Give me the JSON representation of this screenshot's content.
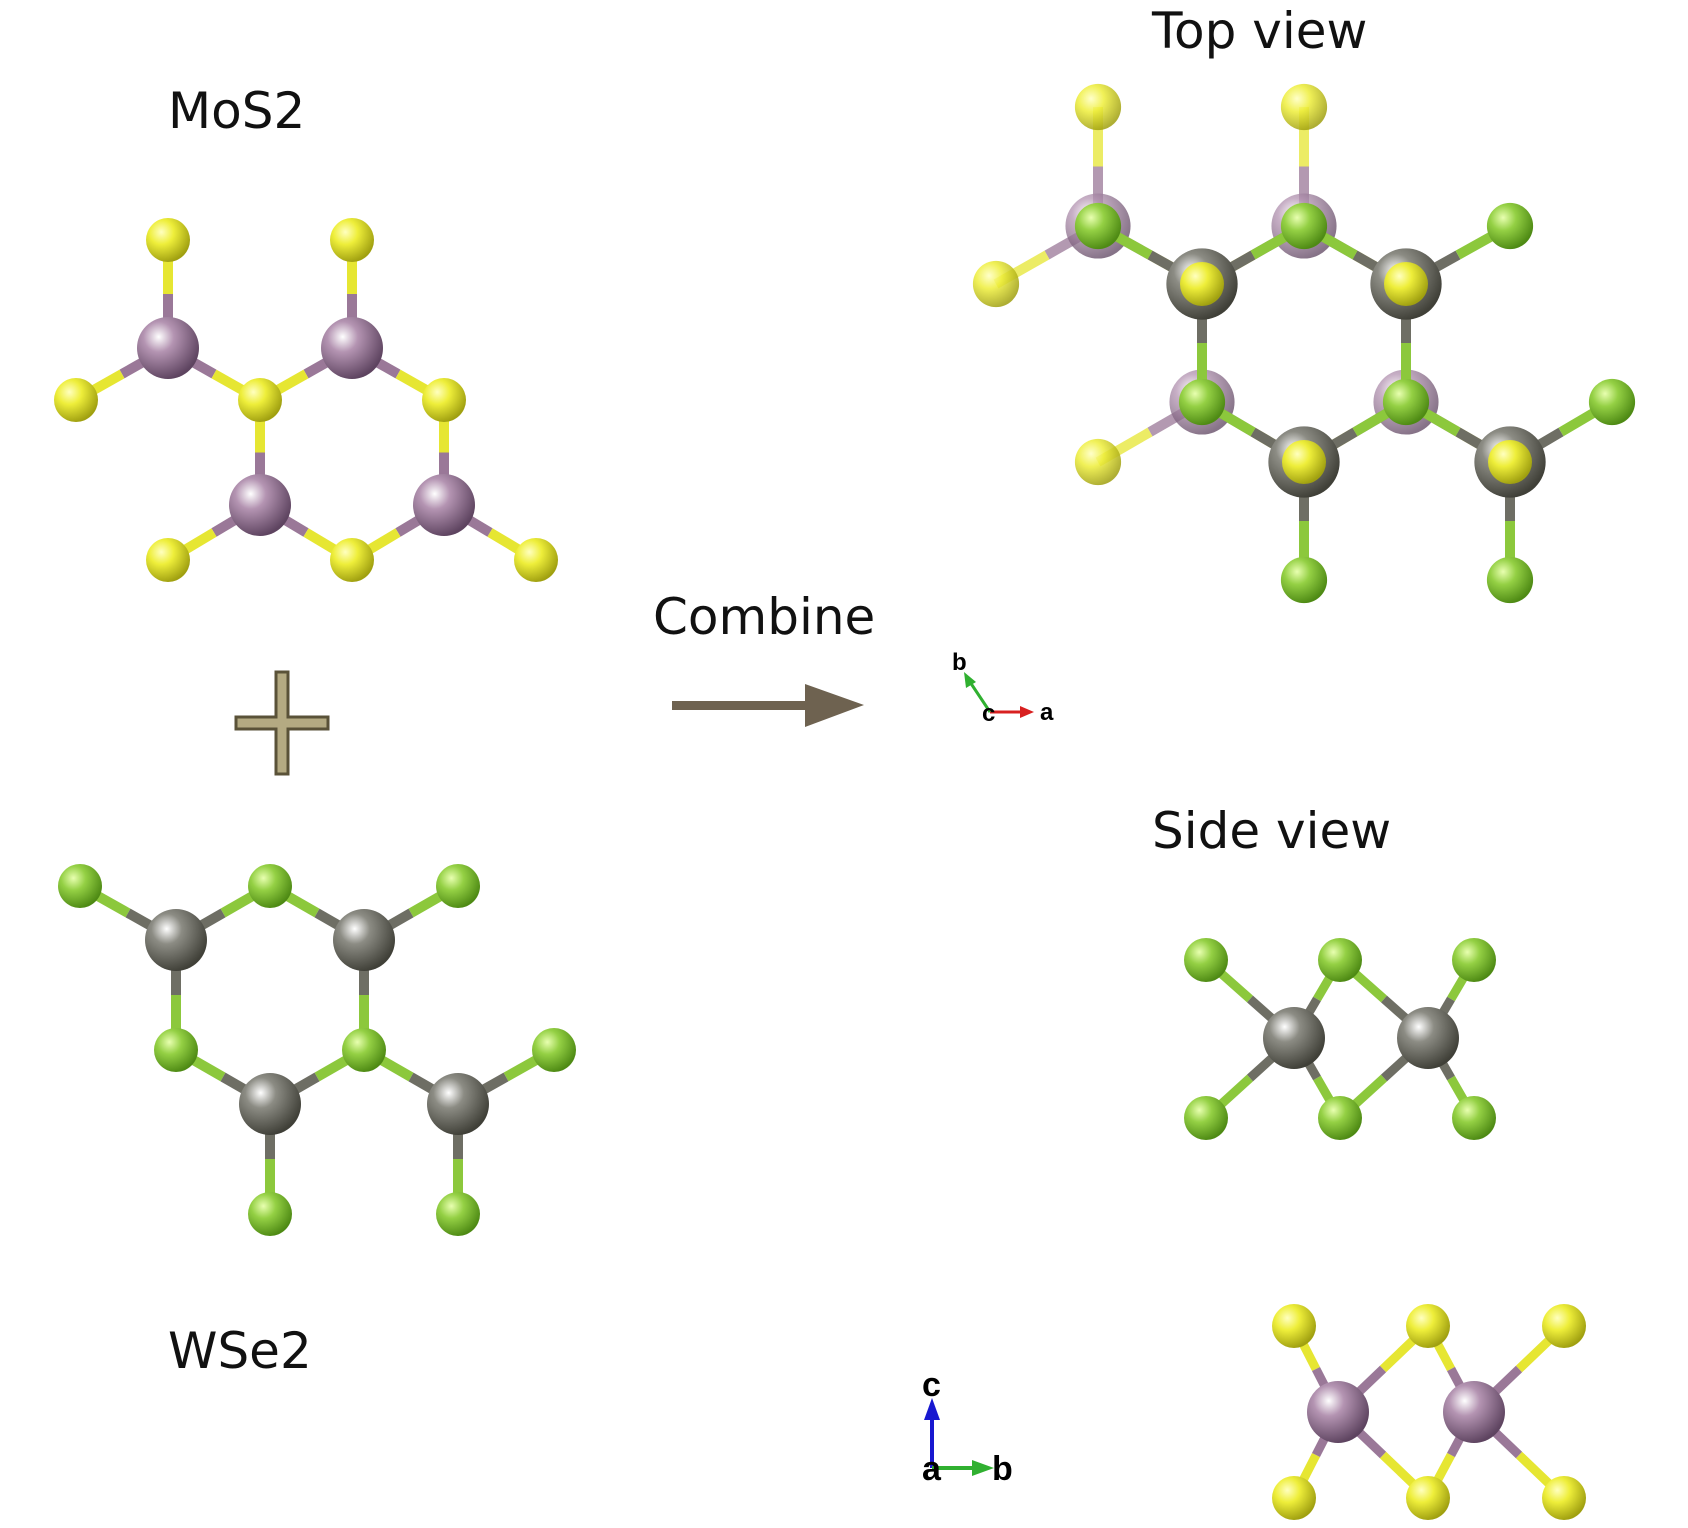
{
  "labels": {
    "mos2": "MoS2",
    "wse2": "WSe2",
    "combine": "Combine",
    "top_view": "Top view",
    "side_view": "Side view"
  },
  "axes_top": {
    "a": "a",
    "b": "b",
    "c": "c"
  },
  "axes_side": {
    "a": "a",
    "b": "b",
    "c": "c"
  },
  "colors": {
    "mo": "#9a7898",
    "s": "#e6e632",
    "w": "#6e6e64",
    "se": "#8cc83c",
    "arrow": "#6e6250",
    "plus": "#b4aa82",
    "axis_a": "#d82020",
    "axis_b": "#30b030",
    "axis_c": "#1818d0"
  },
  "atom_types": [
    "Mo",
    "S",
    "W",
    "Se"
  ]
}
